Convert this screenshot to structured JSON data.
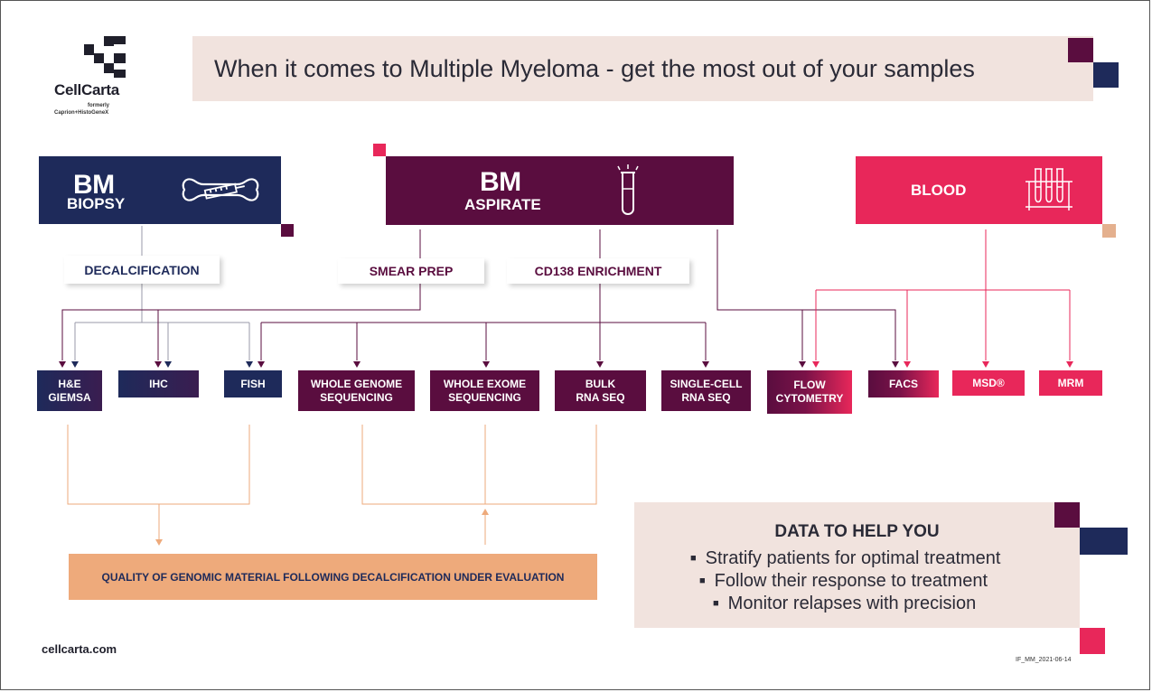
{
  "header": {
    "title_main": "When it comes to Multiple Myeloma ",
    "title_sub": "- get the most out of your samples"
  },
  "logo": {
    "name": "CellCarta",
    "formerly": "formerly",
    "former_names": "Caprion+HistoGeneX"
  },
  "colors": {
    "navy": "#1e2a5a",
    "plum": "#5a0d3f",
    "pink": "#e8275a",
    "peach": "#eeaa7b",
    "beige": "#f1e3de",
    "tan": "#e4b08e"
  },
  "sources": {
    "bm_biopsy": {
      "big": "BM",
      "small": "BIOPSY",
      "icon": "bone-syringe-icon"
    },
    "bm_aspirate": {
      "big": "BM",
      "small": "ASPIRATE",
      "icon": "test-tube-icon"
    },
    "blood": {
      "label": "BLOOD",
      "icon": "test-tube-rack-icon"
    }
  },
  "preps": {
    "decalcification": "DECALCIFICATION",
    "smear_prep": "SMEAR PREP",
    "cd138_enrichment": "CD138 ENRICHMENT"
  },
  "methods": {
    "he_giemsa": "H&E\nGIEMSA",
    "ihc": "IHC",
    "fish": "FISH",
    "whole_genome": "WHOLE GENOME\nSEQUENCING",
    "whole_exome": "WHOLE EXOME\nSEQUENCING",
    "bulk_rna": "BULK\nRNA SEQ",
    "single_cell_rna": "SINGLE-CELL\nRNA SEQ",
    "flow_cytometry": "FLOW\nCYTOMETRY",
    "facs": "FACS",
    "msd": "MSD®",
    "mrm": "MRM"
  },
  "quality_note": "QUALITY OF GENOMIC MATERIAL FOLLOWING DECALCIFICATION UNDER EVALUATION",
  "help": {
    "title": "DATA TO HELP YOU",
    "bullets": [
      "Stratify patients for optimal treatment",
      "Follow their response to treatment",
      "Monitor relapses with precision"
    ]
  },
  "footer": {
    "url": "cellcarta.com",
    "doc_code": "IF_MM_2021-06-14"
  }
}
